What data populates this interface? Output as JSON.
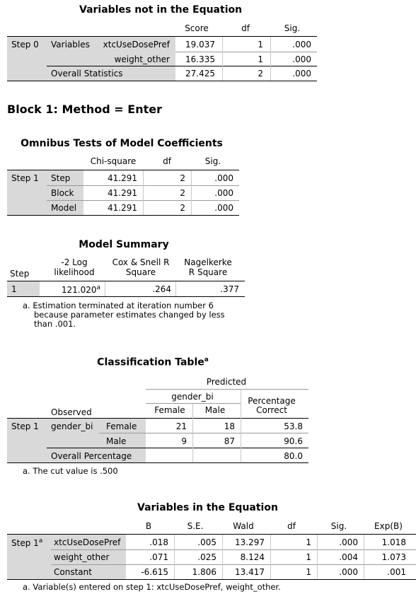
{
  "vnie": {
    "title": "Variables not in the Equation",
    "headers": {
      "score": "Score",
      "df": "df",
      "sig": "Sig."
    },
    "step": "Step 0",
    "variables_label": "Variables",
    "rows": [
      {
        "name": "xtcUseDosePref",
        "score": "19.037",
        "df": "1",
        "sig": ".000"
      },
      {
        "name": "weight_other",
        "score": "16.335",
        "df": "1",
        "sig": ".000"
      }
    ],
    "overall": {
      "label": "Overall Statistics",
      "score": "27.425",
      "df": "2",
      "sig": ".000"
    }
  },
  "block": {
    "title": "Block 1: Method = Enter"
  },
  "omnibus": {
    "title": "Omnibus Tests of Model Coefficients",
    "headers": {
      "chi": "Chi-square",
      "df": "df",
      "sig": "Sig."
    },
    "step": "Step 1",
    "rows": [
      {
        "label": "Step",
        "chi": "41.291",
        "df": "2",
        "sig": ".000"
      },
      {
        "label": "Block",
        "chi": "41.291",
        "df": "2",
        "sig": ".000"
      },
      {
        "label": "Model",
        "chi": "41.291",
        "df": "2",
        "sig": ".000"
      }
    ]
  },
  "model_summary": {
    "title": "Model Summary",
    "headers": {
      "step": "Step",
      "ll1": "-2 Log",
      "ll2": "likelihood",
      "cs1": "Cox & Snell R",
      "cs2": "Square",
      "nk1": "Nagelkerke",
      "nk2": "R Square"
    },
    "row": {
      "step": "1",
      "ll": "121.020",
      "ll_sup": "a",
      "cs": ".264",
      "nk": ".377"
    },
    "footnote": [
      "a. Estimation terminated at iteration number 6",
      "because parameter estimates changed by less",
      "than .001."
    ]
  },
  "classification": {
    "title": "Classification Table",
    "title_sup": "a",
    "headers": {
      "predicted": "Predicted",
      "gender_bi": "gender_bi",
      "female": "Female",
      "male": "Male",
      "pct1": "Percentage",
      "pct2": "Correct",
      "observed": "Observed"
    },
    "step": "Step 1",
    "var": "gender_bi",
    "rows": [
      {
        "label": "Female",
        "female": "21",
        "male": "18",
        "pct": "53.8"
      },
      {
        "label": "Male",
        "female": "9",
        "male": "87",
        "pct": "90.6"
      }
    ],
    "overall": {
      "label": "Overall Percentage",
      "pct": "80.0"
    },
    "footnote": "a. The cut value is .500"
  },
  "vie": {
    "title": "Variables in the Equation",
    "headers": {
      "b": "B",
      "se": "S.E.",
      "wald": "Wald",
      "df": "df",
      "sig": "Sig.",
      "exp": "Exp(B)"
    },
    "step": "Step 1",
    "step_sup": "a",
    "rows": [
      {
        "name": "xtcUseDosePref",
        "b": ".018",
        "se": ".005",
        "wald": "13.297",
        "df": "1",
        "sig": ".000",
        "exp": "1.018"
      },
      {
        "name": "weight_other",
        "b": ".071",
        "se": ".025",
        "wald": "8.124",
        "df": "1",
        "sig": ".004",
        "exp": "1.073"
      },
      {
        "name": "Constant",
        "b": "-6.615",
        "se": "1.806",
        "wald": "13.417",
        "df": "1",
        "sig": ".000",
        "exp": ".001"
      }
    ],
    "footnote": "a. Variable(s) entered on step 1: xtcUseDosePref, weight_other."
  }
}
